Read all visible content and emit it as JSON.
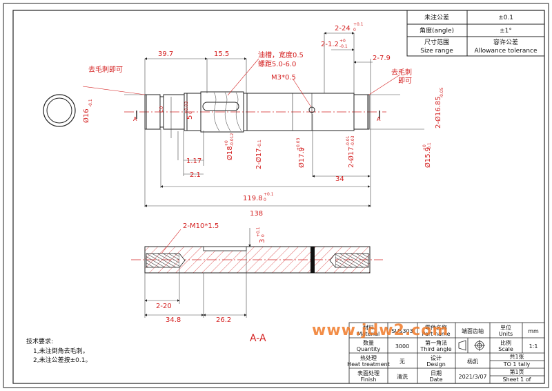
{
  "tolerance_table": {
    "row1": {
      "label": "未注公差",
      "value": "±0.1"
    },
    "row2": {
      "label": "角度(angle)",
      "value": "±1°"
    },
    "row3": {
      "label_cn": "尺寸范围",
      "label_en": "Size range",
      "value_cn": "容许公差",
      "value_en": "Allowance tolerance"
    }
  },
  "dimensions": {
    "d_39_7": "39.7",
    "d_15_5": "15.5",
    "oil_groove": "油槽，宽度0.5",
    "pitch": "螺距5.0-6.0",
    "m3": "M3*0.5",
    "deburr_left": "去毛刺即可",
    "deburr_right_1": "去毛刺",
    "deburr_right_2": "即可",
    "d_2_24": "2-24",
    "d_2_24_tol_up": "+0.1",
    "d_2_24_tol_dn": "0",
    "d_2_1_2": "2-1.2",
    "d_2_1_2_tol_up": "+0",
    "d_2_1_2_tol_dn": "-0.1",
    "d_2_7_9": "2-7.9",
    "d_phi16": "Ø16",
    "d_phi16_tol": "-0.1",
    "d_5": "5",
    "d_5_tol_up": "+0.03",
    "d_5_tol_dn": "0",
    "d_phi18": "Ø18",
    "d_phi18_tol_up": "+0",
    "d_phi18_tol_dn": "-0.012",
    "d_2phi17": "2-Ø17",
    "d_2phi17_tol": "-0.1",
    "d_phi17_9": "Ø17.9",
    "d_phi17_9_tol_up": "+0.03",
    "d_phi17_9_tol_dn": "0",
    "d_2phi17b": "2-Ø17",
    "d_2phi17b_tol_up": "-0.01",
    "d_2phi17b_tol_dn": "-0.03",
    "d_phi15_9": "Ø15.9",
    "d_phi15_9_tol_up": "+0",
    "d_phi15_9_tol_dn": "-0.1",
    "d_2phi16_85": "2-Ø16.85",
    "d_2phi16_85_tol": "-0.05",
    "d_1_17": "1.17",
    "d_2_1": "2.1",
    "d_34": "34",
    "d_119_8": "119.8",
    "d_119_8_tol_up": "+0.1",
    "d_119_8_tol_dn": "0",
    "d_138": "138",
    "d_2m10": "2-M10*1.5",
    "d_3": "3",
    "d_3_tol_up": "+0.1",
    "d_3_tol_dn": "0",
    "d_2_20": "2-20",
    "d_34_8": "34.8",
    "d_26_2": "26.2",
    "section_mark": "A",
    "section_label": "A-A",
    "chamfer_note": "C0"
  },
  "notes": {
    "title": "技术要求:",
    "line1": "1,未注倒角去毛刺。",
    "line2": "2,未注公差按±0.1。"
  },
  "title_block": {
    "material_cn": "材料",
    "material_en": "Material",
    "material_val": "SUS303",
    "part_name_cn": "零件名称",
    "part_name_en": "Part name",
    "part_name_val": "端面齿轴",
    "units_cn": "单位",
    "units_en": "Units",
    "units_val": "mm",
    "qty_cn": "数量",
    "qty_en": "Quantity",
    "qty_val": "3000",
    "third_angle_cn": "第一角法",
    "third_angle_en": "Third angle",
    "scale_cn": "比例",
    "scale_en": "Scale",
    "scale_val": "1:1",
    "heat_cn": "热处理",
    "heat_en": "Heat treatment",
    "heat_val": "无",
    "design_cn": "设计",
    "design_en": "Design",
    "design_val": "杨凯",
    "total_cn": "共1张",
    "total_en": "TO 1 tally",
    "finish_cn": "表面处理",
    "finish_en": "Finish",
    "finish_val": "清洗",
    "date_cn": "日期",
    "date_en": "Date",
    "date_val": "2021/3/07",
    "sheet_cn": "第1页",
    "sheet_en": "Sheet 1 of"
  },
  "watermark": "www.jdw2.com"
}
